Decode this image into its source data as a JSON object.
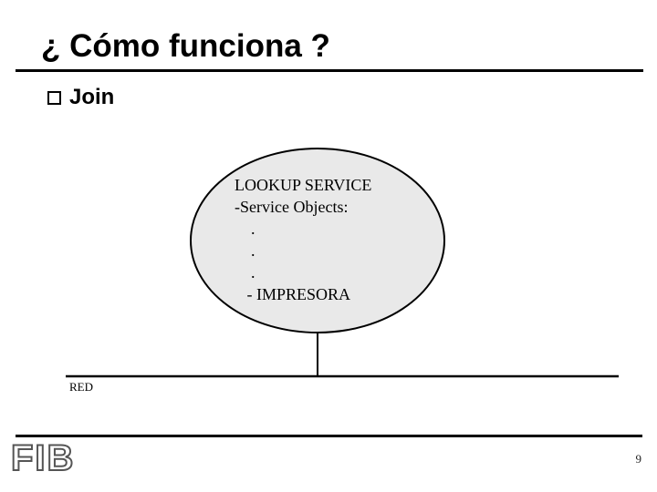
{
  "slide": {
    "title": "¿ Cómo funciona ?",
    "bullet": {
      "label": "Join"
    },
    "diagram": {
      "ellipse_lines": [
        "LOOKUP SERVICE",
        "-Service Objects:",
        "    .",
        "    .",
        "    .",
        "   - IMPRESORA"
      ],
      "network_label": "RED"
    },
    "footer": {
      "logo": "FIB",
      "page_number": "9"
    },
    "colors": {
      "ellipse_fill": "#e9e9e9",
      "line": "#000000",
      "logo_outline": "#555555"
    }
  }
}
